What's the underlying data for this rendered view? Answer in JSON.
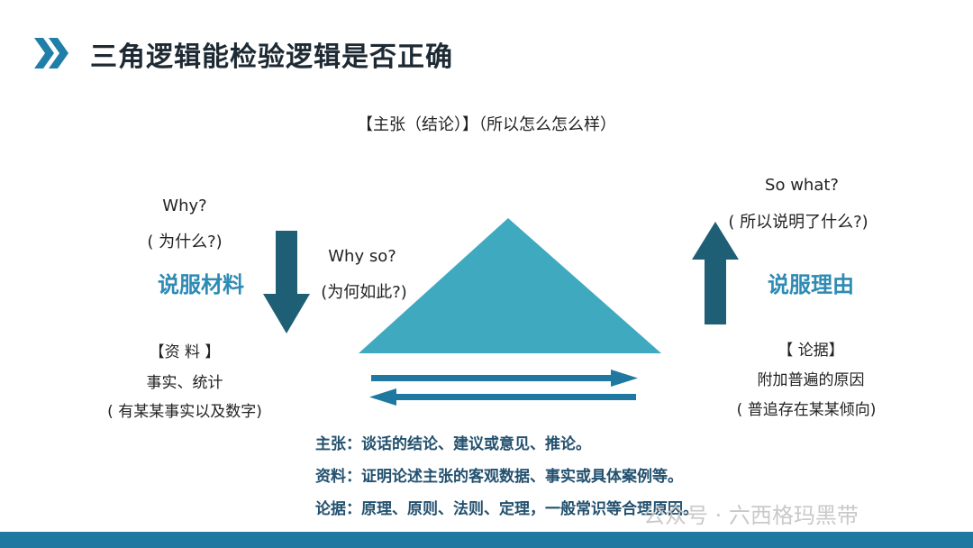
{
  "title": "三角逻辑能检验逻辑是否正确",
  "claim": "【主张（结论）】（所以怎么怎么样）",
  "left": {
    "why": "Why?",
    "why_cn": "( 为什么?)",
    "heading": "说服材料",
    "tag": "【资 料 】",
    "line1": "事实、统计",
    "line2": "( 有某某事实以及数字)"
  },
  "center": {
    "why_so": "Why so?",
    "why_so_cn": "(为何如此?)"
  },
  "right": {
    "so_what": "So what?",
    "so_what_cn": "( 所以说明了什么?)",
    "heading": "说服理由",
    "tag": "【 论据】",
    "line1": "附加普遍的原因",
    "line2": "( 普追存在某某倾向)"
  },
  "definitions": [
    "主张：谈话的结论、建议或意见、推论。",
    "资料：证明论述主张的客观数据、事实或具体案例等。",
    "论据：原理、原则、法则、定理，一般常识等合理原因。"
  ],
  "watermark": "公众号 · 六西格玛黑带",
  "colors": {
    "triangle": "#3fa9c0",
    "arrow_dark": "#1f5f75",
    "heading_blue": "#2e8bb4",
    "footer": "#1f78a0"
  }
}
